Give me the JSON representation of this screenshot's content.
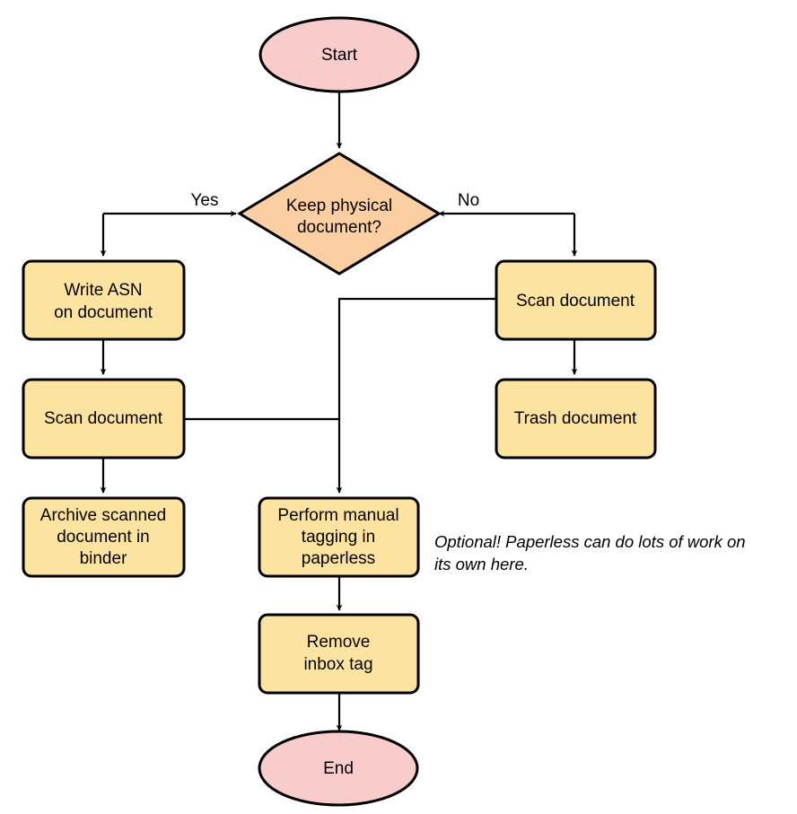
{
  "diagram": {
    "title_present": false,
    "colors": {
      "terminator_fill": "#F9CCCC",
      "decision_fill": "#FCCFA2",
      "process_fill": "#FDE3A0",
      "stroke": "#000000",
      "text": "#000000",
      "background": "#FFFFFF"
    },
    "nodes": {
      "start": {
        "label": "Start",
        "type": "terminator"
      },
      "decision": {
        "label_line1": "Keep physical",
        "label_line2": "document?",
        "type": "decision"
      },
      "write_asn": {
        "label_line1": "Write ASN",
        "label_line2": "on document",
        "type": "process"
      },
      "scan_left": {
        "label": "Scan document",
        "type": "process"
      },
      "archive": {
        "label_line1": "Archive scanned",
        "label_line2": "document in",
        "label_line3": "binder",
        "type": "process"
      },
      "scan_right": {
        "label": "Scan document",
        "type": "process"
      },
      "trash": {
        "label": "Trash document",
        "type": "process"
      },
      "manual_tagging": {
        "label_line1": "Perform manual",
        "label_line2": "tagging in",
        "label_line3": "paperless",
        "type": "process"
      },
      "remove_inbox": {
        "label_line1": "Remove",
        "label_line2": "inbox tag",
        "type": "process"
      },
      "end": {
        "label": "End",
        "type": "terminator"
      }
    },
    "edge_labels": {
      "yes": "Yes",
      "no": "No"
    },
    "annotation": {
      "line1": "Optional! Paperless can do lots of work on",
      "line2": "its own here."
    }
  }
}
